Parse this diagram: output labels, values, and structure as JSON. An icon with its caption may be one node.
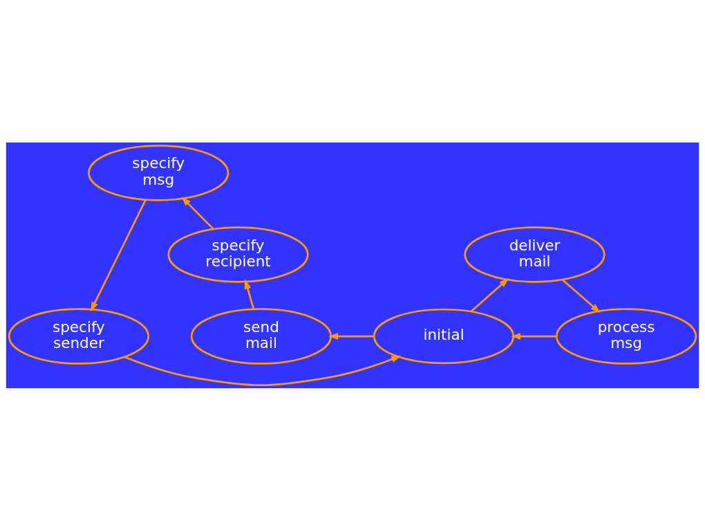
{
  "diagram": {
    "nodes": [
      {
        "text": [
          "specify sender"
        ]
      },
      {
        "text": [
          "specify msg"
        ]
      },
      {
        "text": [
          "process msg"
        ]
      },
      {
        "text": [
          "specify recipient"
        ]
      },
      {
        "text": [
          "deliver mail"
        ]
      },
      {
        "text": [
          "initial"
        ]
      },
      {
        "text": [
          "send mail"
        ]
      }
    ],
    "edges": [
      {
        "from": 5,
        "to": 6,
        "arrow": "to"
      },
      {
        "from": 6,
        "to": 3,
        "arrow": "to"
      },
      {
        "from": 3,
        "to": 1,
        "arrow": "to"
      },
      {
        "from": 1,
        "to": 0,
        "arrow": "to"
      },
      {
        "from": 0,
        "to": 5,
        "arrow": "to"
      },
      {
        "from": 5,
        "to": 4,
        "arrow": "to"
      },
      {
        "from": 4,
        "to": 2,
        "arrow": "to"
      },
      {
        "from": 2,
        "to": 5,
        "arrow": "to"
      }
    ]
  }
}
